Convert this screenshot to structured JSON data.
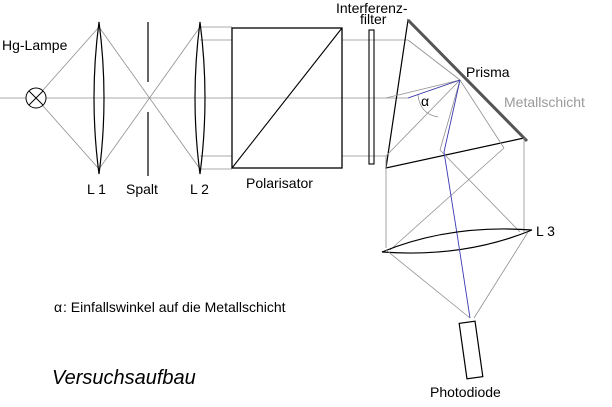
{
  "labels": {
    "lamp": "Hg-Lampe",
    "l1": "L 1",
    "slit": "Spalt",
    "l2": "L 2",
    "polarizer": "Polarisator",
    "filter_line1": "Interferenz-",
    "filter_line2": "filter",
    "prism": "Prisma",
    "metal_layer": "Metallschicht",
    "alpha": "α",
    "l3": "L 3",
    "photodiode": "Photodiode"
  },
  "legend": {
    "symbol": "α",
    "text": ": Einfallswinkel auf die Metallschicht"
  },
  "caption": "Versuchsaufbau",
  "colors": {
    "ray": "#8f8f8f",
    "ray_axis": "#3b3bb4",
    "metal_layer": "#555555",
    "metal_label": "#9a9a9a",
    "outline": "#000000"
  }
}
